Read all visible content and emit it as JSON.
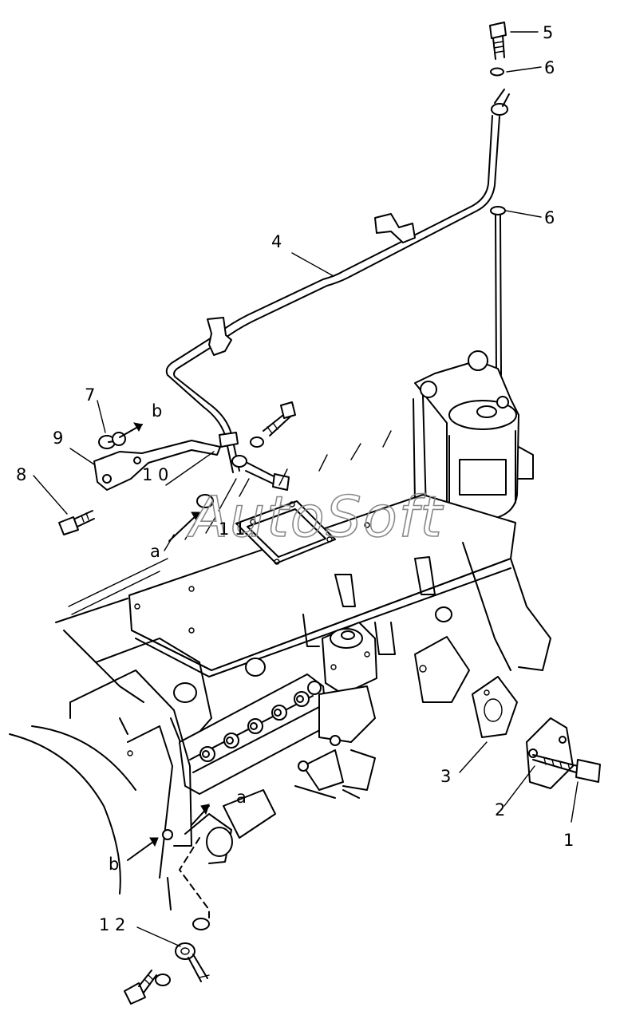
{
  "diagram": {
    "watermark": "AutoSoft",
    "callouts": {
      "c1": "1",
      "c2": "2",
      "c3": "3",
      "c4": "4",
      "c5": "5",
      "c6a": "6",
      "c6b": "6",
      "c7": "7",
      "c8": "8",
      "c9": "9",
      "c10": "1 0",
      "c11": "1 1",
      "c12": "1 2"
    },
    "refs": {
      "a_top": "a",
      "b_top": "b",
      "a_bottom": "a",
      "b_bottom": "b"
    }
  }
}
